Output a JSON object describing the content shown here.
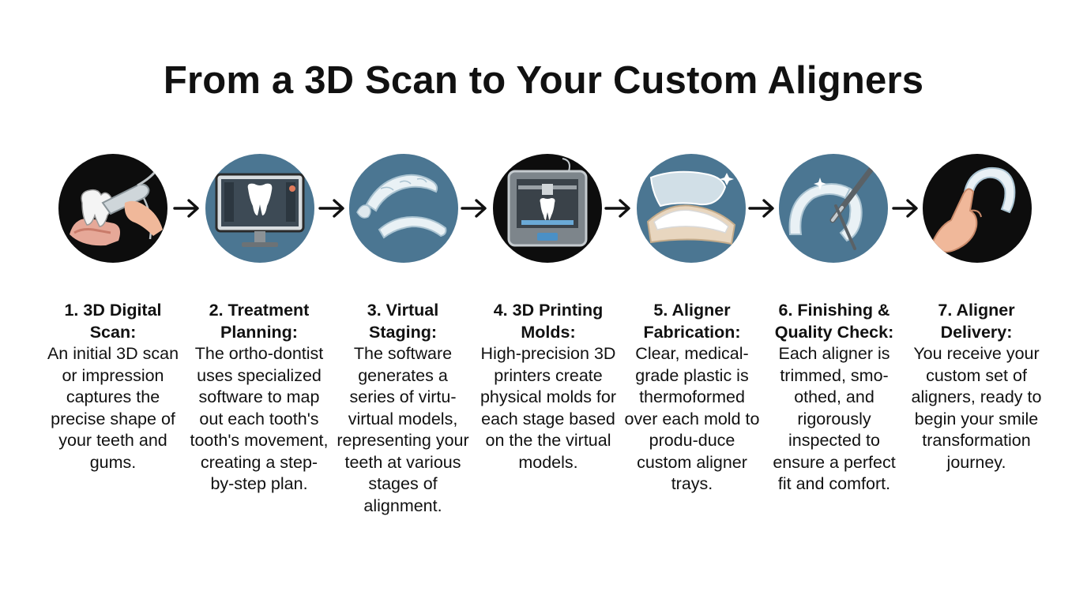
{
  "title": "From a 3D Scan to Your Custom Aligners",
  "steps": [
    {
      "title": "1. 3D Digital Scan:",
      "text": "An initial 3D scan or impression captures the precise shape of your teeth and gums.",
      "icon": "intraoral-scanner-icon"
    },
    {
      "title": "2. Treatment Planning:",
      "text": "The ortho-dontist uses specialized software to map out each tooth's tooth's movement, creating a step-by-step plan.",
      "icon": "treatment-software-monitor-icon"
    },
    {
      "title": "3. Virtual Staging:",
      "text": "The software generates a series of virtu-virtual models, representing your teeth at various stages of alignment.",
      "icon": "virtual-aligner-models-icon"
    },
    {
      "title": "4. 3D Printing Molds:",
      "text": "High-precision 3D printers create physical molds for each stage based on the the virtual models.",
      "icon": "3d-printer-icon"
    },
    {
      "title": "5. Aligner Fabrication:",
      "text": "Clear, medical-grade plastic is thermoformed over each mold to produ-duce custom aligner trays.",
      "icon": "thermoformed-sheet-icon"
    },
    {
      "title": "6. Finishing & Quality Check:",
      "text": "Each aligner is trimmed, smo-othed, and rigorously inspected to ensure a perfect fit and comfort.",
      "icon": "trimming-tool-icon"
    },
    {
      "title": "7. Aligner Delivery:",
      "text": "You receive your custom set of aligners, ready to begin your smile transformation journey.",
      "icon": "hand-holding-aligner-icon"
    }
  ],
  "colors": {
    "dark_circle": "#0d0d0d",
    "blue_circle": "#4b7692",
    "text": "#111111"
  }
}
